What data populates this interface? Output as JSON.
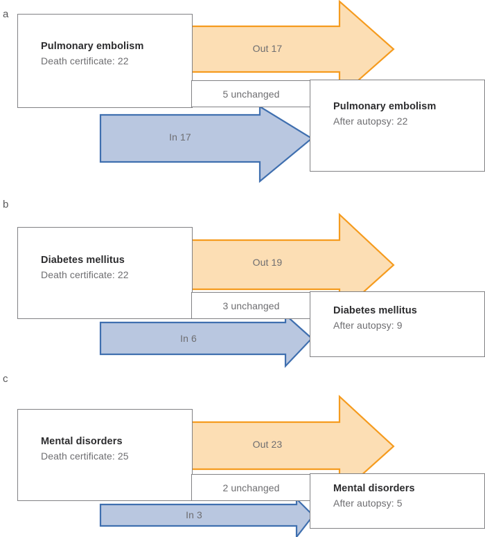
{
  "figure": {
    "description": "Three-panel flow diagram comparing death certificate diagnoses with post-autopsy diagnoses",
    "colors": {
      "orange_fill": "#FCDEB4",
      "orange_stroke": "#F59B1E",
      "blue_fill": "#B9C7E0",
      "blue_stroke": "#3F6FAF",
      "box_stroke": "#808083",
      "title_text": "#2c2c2e",
      "body_text": "#6d6d70"
    }
  },
  "panels": [
    {
      "letter": "a",
      "source": {
        "title": "Pulmonary embolism",
        "subtitle": "Death certificate: 22"
      },
      "target": {
        "title": "Pulmonary embolism",
        "subtitle": "After autopsy: 22"
      },
      "out_label": "Out 17",
      "in_label": "In 17",
      "unchanged_label": "5 unchanged"
    },
    {
      "letter": "b",
      "source": {
        "title": "Diabetes mellitus",
        "subtitle": "Death certificate: 22"
      },
      "target": {
        "title": "Diabetes mellitus",
        "subtitle": "After autopsy: 9"
      },
      "out_label": "Out 19",
      "in_label": "In 6",
      "unchanged_label": "3 unchanged"
    },
    {
      "letter": "c",
      "source": {
        "title": "Mental disorders",
        "subtitle": "Death certificate: 25"
      },
      "target": {
        "title": "Mental disorders",
        "subtitle": "After autopsy: 5"
      },
      "out_label": "Out 23",
      "in_label": "In 3",
      "unchanged_label": "2 unchanged"
    }
  ],
  "chart_data": {
    "type": "diagram",
    "title": "",
    "units": "number of cases",
    "panels": [
      {
        "letter": "a",
        "condition": "Pulmonary embolism",
        "death_certificate": 22,
        "after_autopsy": 22,
        "out": 17,
        "in": 17,
        "unchanged": 5
      },
      {
        "letter": "b",
        "condition": "Diabetes mellitus",
        "death_certificate": 22,
        "after_autopsy": 9,
        "out": 19,
        "in": 6,
        "unchanged": 3
      },
      {
        "letter": "c",
        "condition": "Mental disorders",
        "death_certificate": 25,
        "after_autopsy": 5,
        "out": 23,
        "in": 3,
        "unchanged": 2
      }
    ]
  }
}
